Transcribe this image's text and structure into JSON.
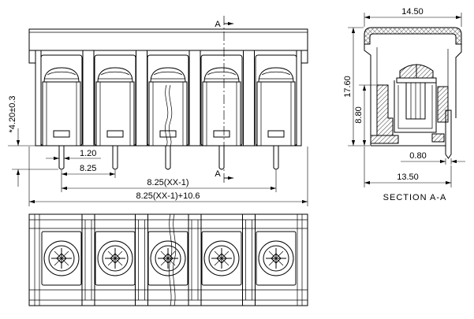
{
  "front_view": {
    "section_mark_top": "A",
    "section_mark_bottom": "A",
    "dim_pin_length": "*4.20±0.3",
    "dim_pin_width": "1.20",
    "dim_pitch": "8.25",
    "dim_pitch_span": "8.25(XX-1)",
    "dim_overall_length": "8.25(XX-1)+10.6"
  },
  "section_view": {
    "dim_top_width": "14.50",
    "dim_total_height": "17.60",
    "dim_lower_height": "8.80",
    "dim_pin_thickness": "0.80",
    "dim_base_width": "13.50",
    "caption": "SECTION A-A"
  },
  "colors": {
    "line": "#000000",
    "background": "#ffffff"
  }
}
